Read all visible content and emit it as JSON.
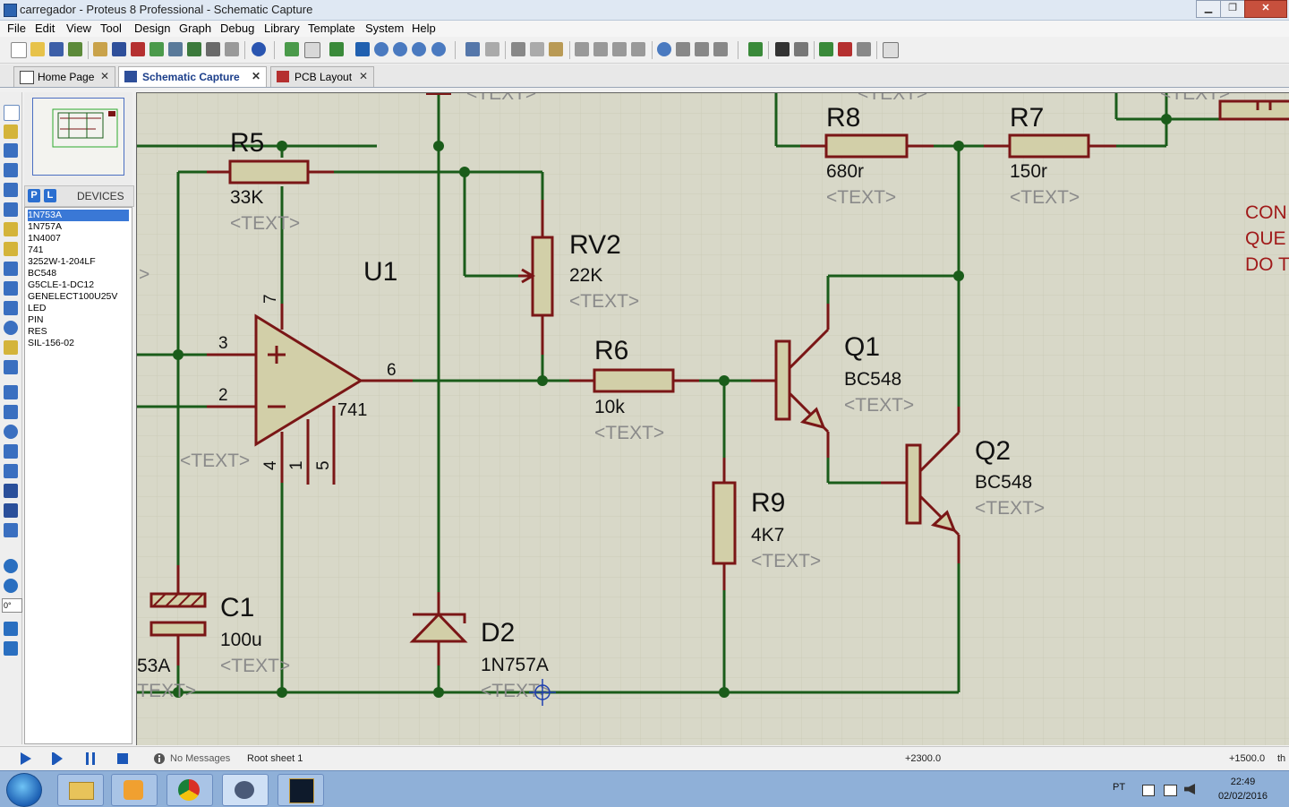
{
  "window": {
    "title": "carregador - Proteus 8 Professional - Schematic Capture"
  },
  "menu": [
    "File",
    "Edit",
    "View",
    "Tool",
    "Design",
    "Graph",
    "Debug",
    "Library",
    "Template",
    "System",
    "Help"
  ],
  "tabs": [
    {
      "label": "Home Page",
      "icon": "home-icon"
    },
    {
      "label": "Schematic Capture",
      "icon": "schematic-icon"
    },
    {
      "label": "PCB Layout",
      "icon": "pcb-icon"
    }
  ],
  "tab_close": "✕",
  "sidebar": {
    "pick_button": "P",
    "library_button": "L",
    "devices_label": "DEVICES",
    "rotation_value": "0°",
    "devices": [
      "1N753A",
      "1N757A",
      "1N4007",
      "741",
      "3252W-1-204LF",
      "BC548",
      "G5CLE-1-DC12",
      "GENELECT100U25V",
      "LED",
      "PIN",
      "RES",
      "SIL-156-02"
    ],
    "selected_device": "1N753A"
  },
  "schematic": {
    "placeholder": "<TEXT>",
    "components": {
      "R5": {
        "ref": "R5",
        "value": "33K"
      },
      "RV2": {
        "ref": "RV2",
        "value": "22K"
      },
      "U1": {
        "ref": "U1",
        "value": "741"
      },
      "R6": {
        "ref": "R6",
        "value": "10k"
      },
      "Q1": {
        "ref": "Q1",
        "value": "BC548"
      },
      "Q2": {
        "ref": "Q2",
        "value": "BC548"
      },
      "R8": {
        "ref": "R8",
        "value": "680r"
      },
      "R7": {
        "ref": "R7",
        "value": "150r"
      },
      "R9": {
        "ref": "R9",
        "value": "4K7"
      },
      "C1": {
        "ref": "C1",
        "value": "100u"
      },
      "D2": {
        "ref": "D2",
        "value": "1N757A"
      }
    },
    "pins": {
      "p3": "3",
      "p2": "2",
      "p6": "6",
      "p7": "7",
      "p4": "4",
      "p1": "1",
      "p5": "5"
    },
    "partial_labels": {
      "left_value": "53A",
      "left_text": "<TEXT>",
      "left_arrow": ">"
    },
    "note_lines": [
      "CON",
      "QUE",
      "DO T"
    ],
    "colors": {
      "wire": "#1a5c1a",
      "part": "#7a1616",
      "fill": "#d2cfa8",
      "grid": "#cfcfbc",
      "background": "#d8d8c8",
      "placeholder": "#8a8a8a",
      "note": "#a01a1a"
    }
  },
  "status": {
    "messages": "No Messages",
    "sheet": "Root sheet 1",
    "coord_x": "+2300.0",
    "coord_y": "+1500.0",
    "units": "th"
  },
  "taskbar": {
    "language": "PT",
    "time": "22:49",
    "date": "02/02/2016"
  }
}
